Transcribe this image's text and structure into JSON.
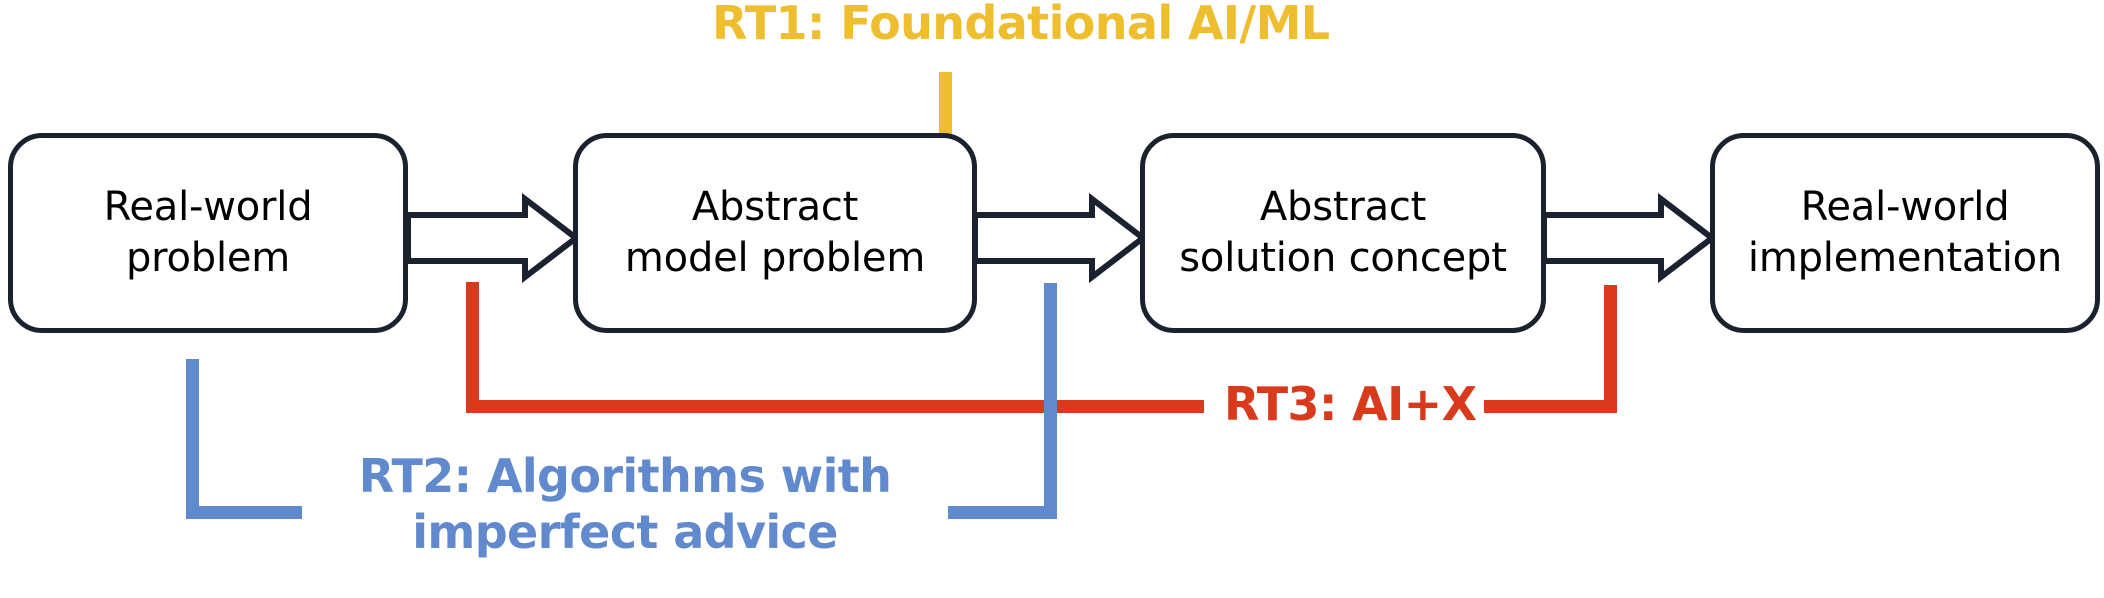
{
  "diagram": {
    "type": "pipeline-flow-with-scope-brackets",
    "background_color": "#ffffff",
    "box_border_color": "#19222e",
    "arrow_color": "#19222e",
    "text_color": "#000000"
  },
  "boxes": [
    {
      "id": "real-world-problem",
      "label": "Real-world\nproblem"
    },
    {
      "id": "abstract-model-problem",
      "label": "Abstract\nmodel problem"
    },
    {
      "id": "abstract-solution-concept",
      "label": "Abstract\nsolution concept"
    },
    {
      "id": "real-world-implementation",
      "label": "Real-world\nimplementation"
    }
  ],
  "arrows": [
    {
      "id": "arrow-1-2",
      "from": "real-world-problem",
      "to": "abstract-model-problem",
      "style": "hollow-block-arrow"
    },
    {
      "id": "arrow-2-3",
      "from": "abstract-model-problem",
      "to": "abstract-solution-concept",
      "style": "hollow-block-arrow"
    },
    {
      "id": "arrow-3-4",
      "from": "abstract-solution-concept",
      "to": "real-world-implementation",
      "style": "hollow-block-arrow"
    }
  ],
  "research_thrusts": [
    {
      "id": "rt1",
      "label": "RT1: Foundational AI/ML",
      "color": "#EFBE2E",
      "marker": "vertical-stem",
      "anchors": [
        "abstract-model-problem → abstract-solution-concept"
      ]
    },
    {
      "id": "rt2",
      "label": "RT2: Algorithms with\nimperfect advice",
      "color": "#6189CE",
      "marker": "bracket",
      "anchors": [
        "real-world-problem",
        "abstract-solution-concept"
      ]
    },
    {
      "id": "rt3",
      "label": "RT3: AI+X",
      "color": "#D93A1C",
      "marker": "bracket",
      "anchors": [
        "abstract-model-problem",
        "real-world-implementation"
      ]
    }
  ]
}
